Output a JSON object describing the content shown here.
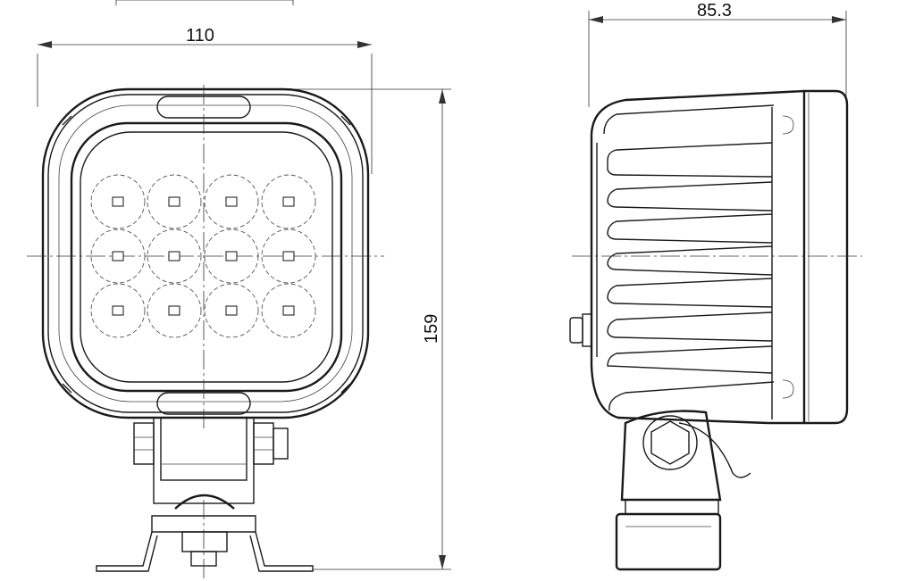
{
  "dimensions": {
    "width_front": "110",
    "height": "159",
    "depth_side": "85.3"
  },
  "views": [
    {
      "name": "front-view",
      "led_rows": 3,
      "led_cols": 4
    },
    {
      "name": "side-view"
    }
  ]
}
